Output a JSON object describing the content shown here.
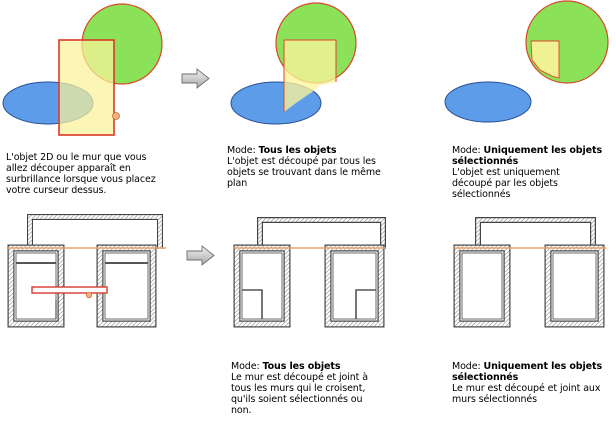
{
  "colors": {
    "green": "#8be158",
    "green_stroke": "#d9482b",
    "blue": "#5d9ce8",
    "blue_stroke": "#1f3f85",
    "highlight": "#faf39a",
    "highlight_stroke": "#d93a2a",
    "wall_orange": "#f0a060",
    "hatch": "#777777"
  },
  "captions": {
    "top_left": "L'objet 2D ou le mur que vous allez découper apparaît en surbrillance lorsque vous placez votre curseur dessus.",
    "top_middle": {
      "mode_prefix": "Mode: ",
      "mode_name": "Tous les objets",
      "text": "L'objet est découpé par tous les objets se trouvant dans le même plan"
    },
    "top_right": {
      "mode_prefix": "Mode: ",
      "mode_name": "Uniquement les objets sélectionnés",
      "text": "L'objet est uniquement découpé par les objets sélectionnés"
    },
    "bottom_middle": {
      "mode_prefix": "Mode: ",
      "mode_name": "Tous les objets",
      "text": "Le mur est découpé et joint à tous les murs qui le croisent, qu'ils soient sélectionnés ou non."
    },
    "bottom_right": {
      "mode_prefix": "Mode: ",
      "mode_name": "Uniquement les objets sélectionnés",
      "text": "Le mur est découpé et joint aux murs sélectionnés"
    }
  },
  "icons": [
    "arrow-right-icon",
    "cursor-icon"
  ]
}
